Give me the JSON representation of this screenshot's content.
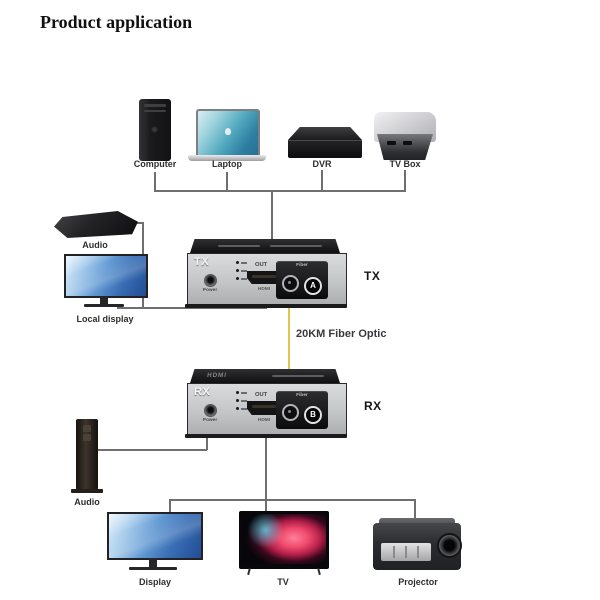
{
  "page": {
    "title": "Product application"
  },
  "colors": {
    "fiber": "#e3c44e",
    "line": "#6f6f6f"
  },
  "source_devices": [
    {
      "label": "Computer"
    },
    {
      "label": "Laptop"
    },
    {
      "label": "DVR"
    },
    {
      "label": "TV Box"
    }
  ],
  "tx_unit": {
    "panel_label": "TX",
    "external_label": "TX",
    "power_label": "Power",
    "out_label": "OUT",
    "hdmi_label": "HDMI",
    "fiber_label": "Fiber",
    "fiber_port_letter": "A"
  },
  "rx_unit": {
    "panel_label": "RX",
    "external_label": "RX",
    "power_label": "Power",
    "out_label": "OUT",
    "hdmi_label": "HDMI",
    "fiber_label": "Fiber",
    "fiber_port_letter": "B",
    "top_brand": "HDMI"
  },
  "fiber_link_label": "20KM Fiber Optic",
  "tx_side_devices": [
    {
      "label": "Audio"
    },
    {
      "label": "Local display"
    }
  ],
  "rx_side_devices": [
    {
      "label": "Audio"
    }
  ],
  "sink_devices": [
    {
      "label": "Display"
    },
    {
      "label": "TV"
    },
    {
      "label": "Projector"
    }
  ]
}
